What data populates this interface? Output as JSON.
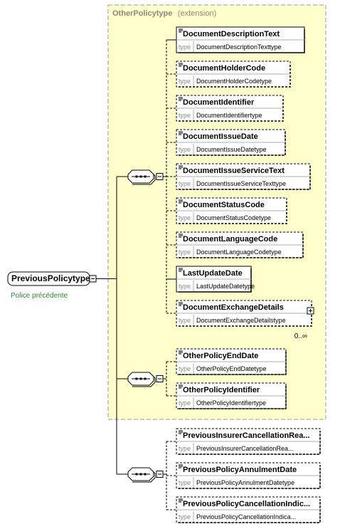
{
  "root": {
    "name": "PreviousPolicytype",
    "annotation": "Police précédente"
  },
  "extension": {
    "title": "OtherPolicytype",
    "label": "(extension)"
  },
  "type_keyword": "type",
  "group1": [
    {
      "name": "DocumentDescriptionText",
      "type": "DocumentDescriptionTexttype",
      "optional": false
    },
    {
      "name": "DocumentHolderCode",
      "type": "DocumentHolderCodetype",
      "optional": true
    },
    {
      "name": "DocumentIdentifier",
      "type": "DocumentIdentifiertype",
      "optional": true
    },
    {
      "name": "DocumentIssueDate",
      "type": "DocumentIssueDatetype",
      "optional": true
    },
    {
      "name": "DocumentIssueServiceText",
      "type": "DocumentIssueServiceTexttype",
      "optional": true
    },
    {
      "name": "DocumentStatusCode",
      "type": "DocumentStatusCodetype",
      "optional": true
    },
    {
      "name": "DocumentLanguageCode",
      "type": "DocumentLanguageCodetype",
      "optional": true
    },
    {
      "name": "LastUpdateDate",
      "type": "LastUpdateDatetype",
      "optional": false
    },
    {
      "name": "DocumentExchangeDetails",
      "type": "DocumentExchangeDetailstype",
      "optional": true,
      "expandable": true,
      "occurrence": "0..∞"
    }
  ],
  "group2": [
    {
      "name": "OtherPolicyEndDate",
      "type": "OtherPolicyEndDatetype",
      "optional": true
    },
    {
      "name": "OtherPolicyIdentifier",
      "type": "OtherPolicyIdentifiertype",
      "optional": true
    }
  ],
  "group3": [
    {
      "name": "PreviousInsurerCancellationRea...",
      "type": "PreviousInsurerCancellationRea...",
      "optional": true
    },
    {
      "name": "PreviousPolicyAnnulmentDate",
      "type": "PreviousPolicyAnnulmentDatetype",
      "optional": true
    },
    {
      "name": "PreviousPolicyCancellationIndic...",
      "type": "PreviousPolicyCancellationIndica...",
      "optional": true
    }
  ]
}
